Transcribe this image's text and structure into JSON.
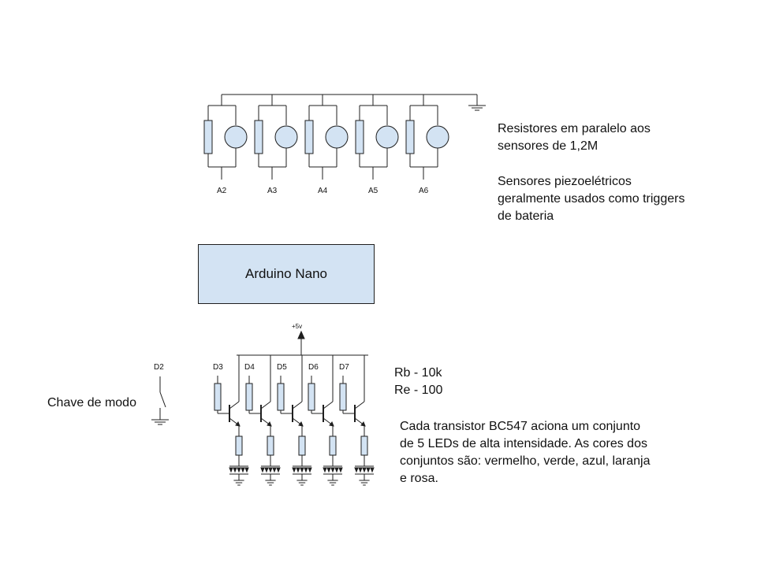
{
  "arduino": {
    "label": "Arduino Nano"
  },
  "sensors": {
    "inputs": [
      "A2",
      "A3",
      "A4",
      "A5",
      "A6"
    ]
  },
  "notes": {
    "resistors_line1": "Resistores em paralelo aos",
    "resistors_line2": "sensores de 1,2M",
    "piezo_line1": "Sensores piezoelétricos",
    "piezo_line2": "geralmente usados como triggers",
    "piezo_line3": "de bateria",
    "rb": "Rb - 10k",
    "re": "Re - 100",
    "transistor_line1": "Cada transistor BC547 aciona um conjunto",
    "transistor_line2": "de 5 LEDs de alta intensidade. As cores dos",
    "transistor_line3": "conjuntos são: vermelho, verde, azul, laranja",
    "transistor_line4": "e rosa."
  },
  "outputs": {
    "supply": "+5v",
    "pins": [
      "D3",
      "D4",
      "D5",
      "D6",
      "D7"
    ],
    "mode_pin": "D2",
    "mode_label": "Chave de modo"
  },
  "colors": {
    "component_fill": "#d3e3f3",
    "stroke": "#1f1f1f"
  }
}
